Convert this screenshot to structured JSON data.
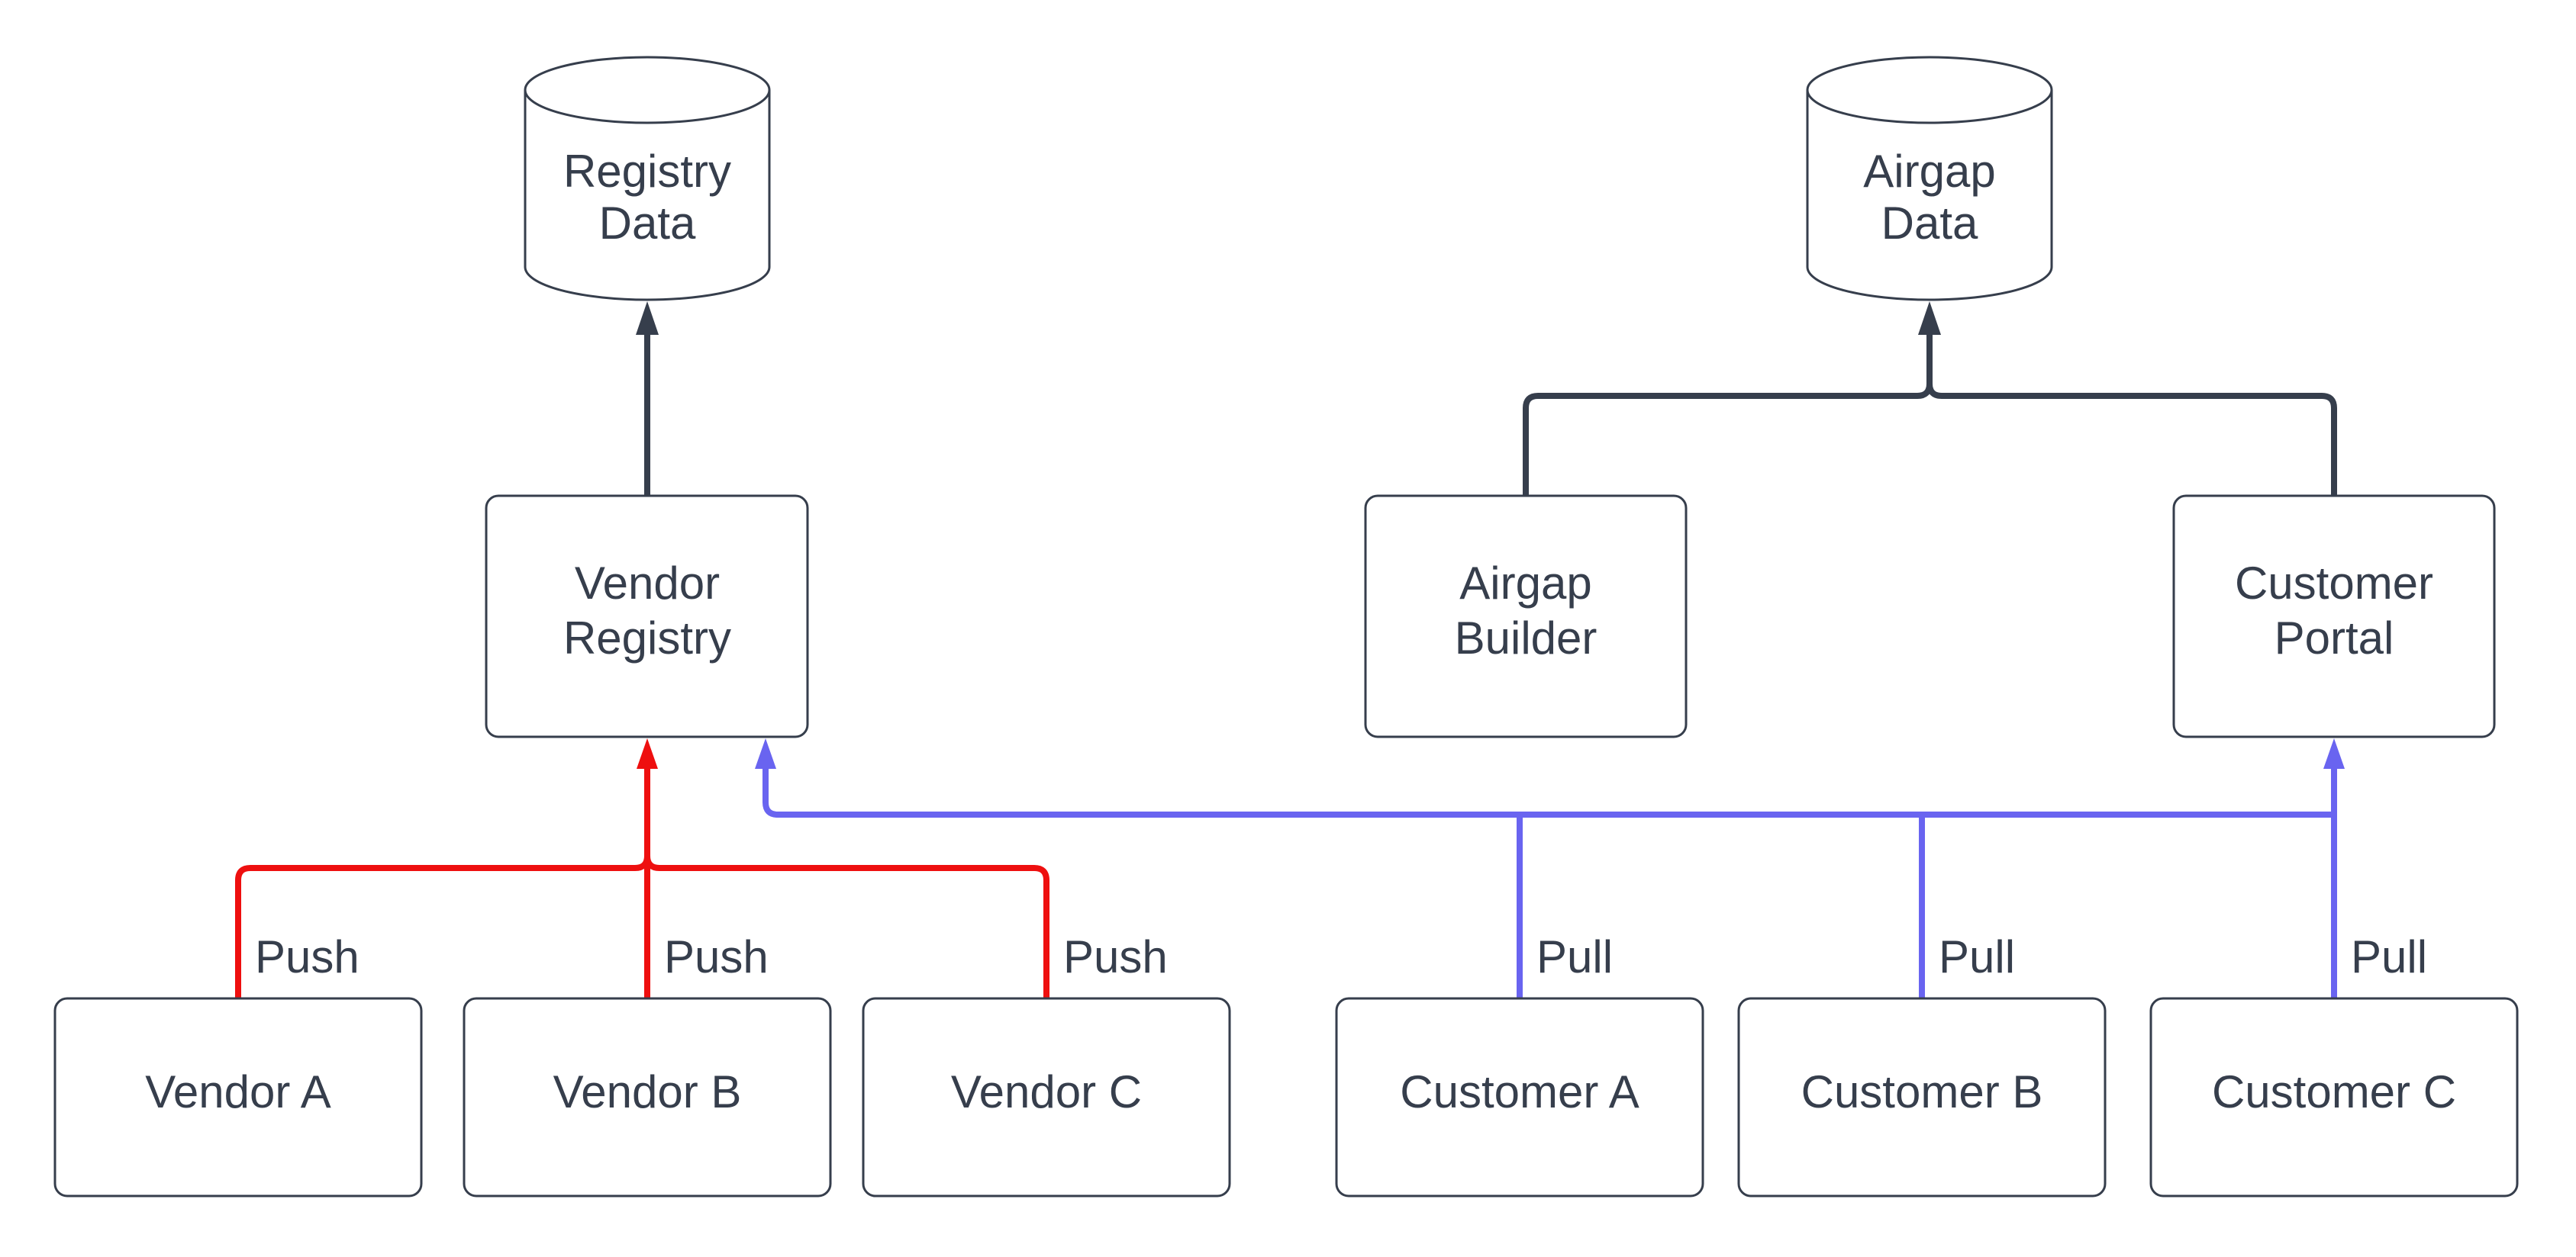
{
  "diagram": {
    "type": "flowchart",
    "background": "#ffffff",
    "colors": {
      "node_border": "#363e4c",
      "text": "#363e4c",
      "data_flow_edge": "#363e4c",
      "push_edge": "#ee0f0f",
      "pull_edge": "#6964f0"
    },
    "nodes": {
      "registry_data": {
        "shape": "cylinder",
        "line1": "Registry",
        "line2": "Data"
      },
      "airgap_data": {
        "shape": "cylinder",
        "line1": "Airgap",
        "line2": "Data"
      },
      "vendor_registry": {
        "shape": "rect",
        "line1": "Vendor",
        "line2": "Registry"
      },
      "airgap_builder": {
        "shape": "rect",
        "line1": "Airgap",
        "line2": "Builder"
      },
      "customer_portal": {
        "shape": "rect",
        "line1": "Customer",
        "line2": "Portal"
      },
      "vendor_a": {
        "shape": "rect",
        "label": "Vendor A"
      },
      "vendor_b": {
        "shape": "rect",
        "label": "Vendor B"
      },
      "vendor_c": {
        "shape": "rect",
        "label": "Vendor C"
      },
      "customer_a": {
        "shape": "rect",
        "label": "Customer A"
      },
      "customer_b": {
        "shape": "rect",
        "label": "Customer B"
      },
      "customer_c": {
        "shape": "rect",
        "label": "Customer C"
      }
    },
    "edge_labels": {
      "push_a": "Push",
      "push_b": "Push",
      "push_c": "Push",
      "pull_a": "Pull",
      "pull_b": "Pull",
      "pull_c": "Pull"
    }
  }
}
